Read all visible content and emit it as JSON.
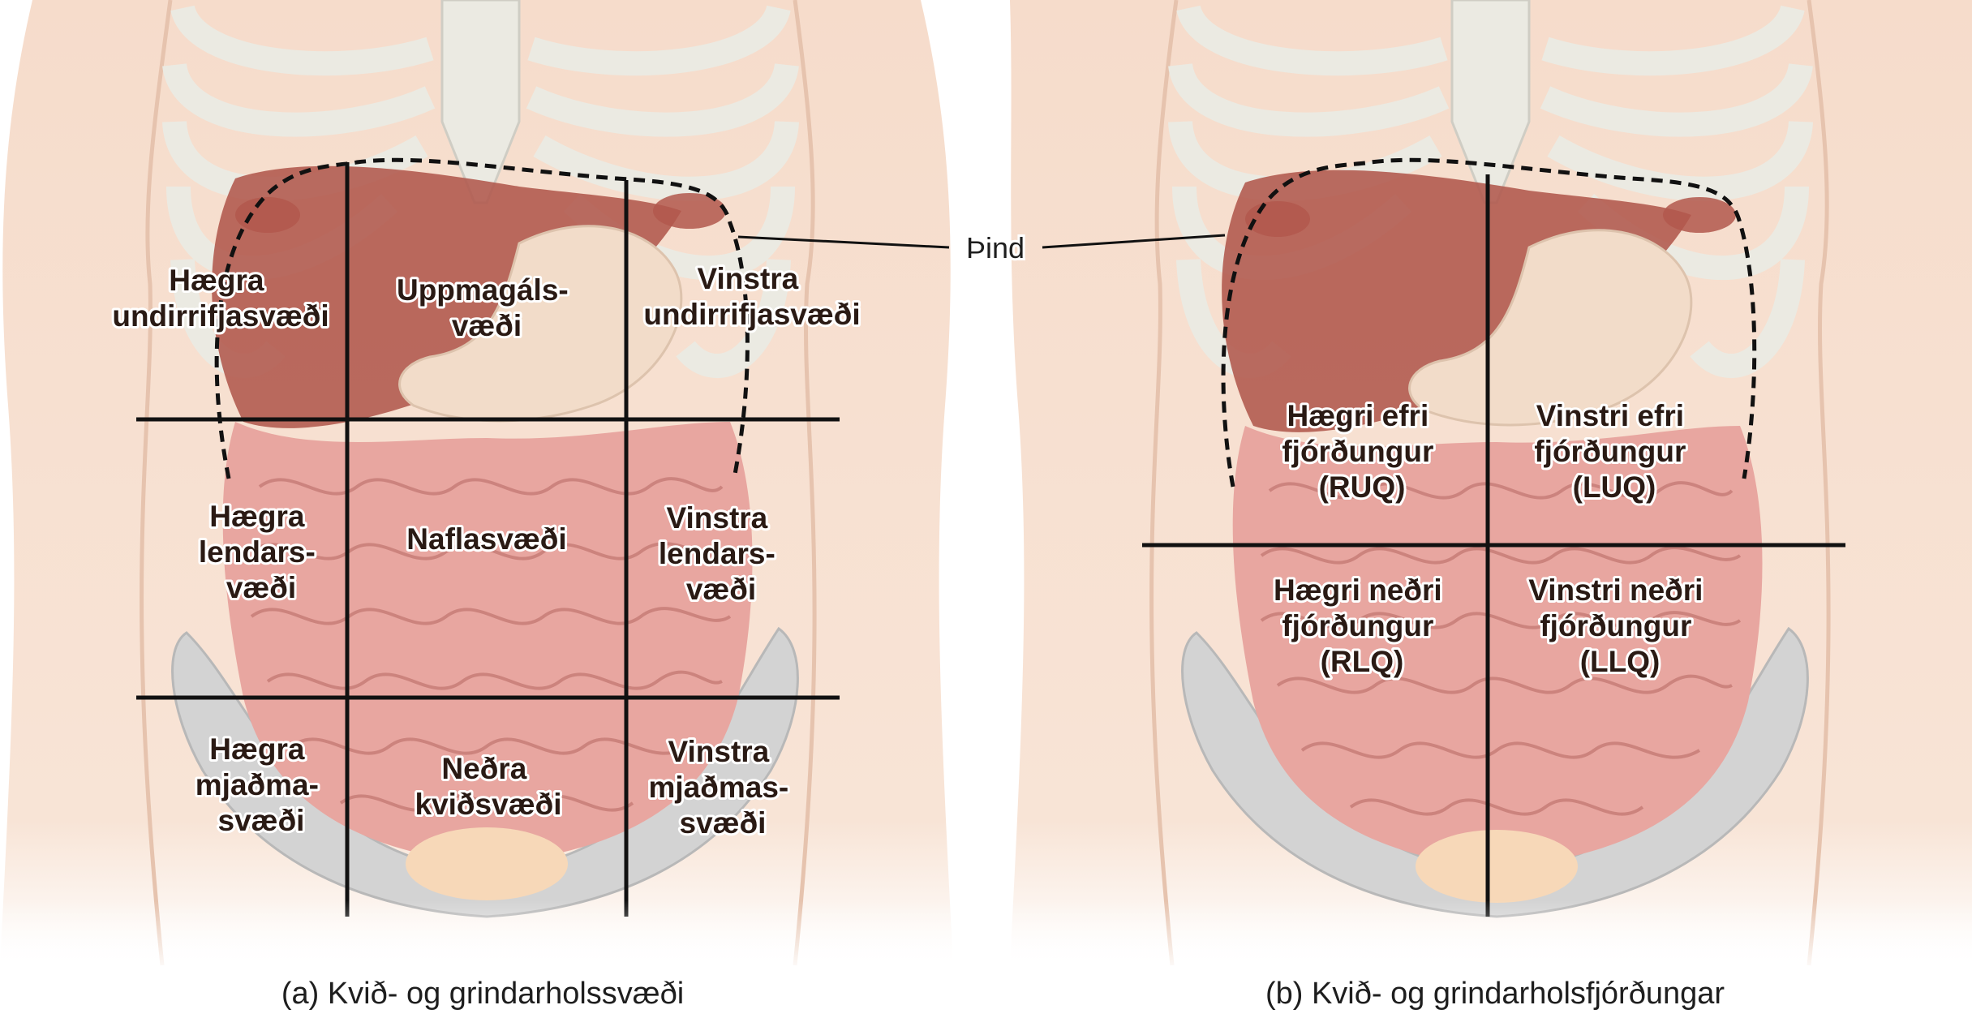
{
  "callout": {
    "diaphragm": "Þind"
  },
  "panel_a": {
    "caption": "(a) Kvið- og grindarholssvæði",
    "regions": {
      "right_hypochondriac": [
        "Hægra",
        "undirrifjasvæði"
      ],
      "epigastric": [
        "Uppmagáls-",
        "væði"
      ],
      "left_hypochondriac": [
        "Vinstra",
        "undirrifjasvæði"
      ],
      "right_lumbar": [
        "Hægra",
        "lendars-",
        "væði"
      ],
      "umbilical": [
        "Naflasvæði"
      ],
      "left_lumbar": [
        "Vinstra",
        "lendars-",
        "væði"
      ],
      "right_iliac": [
        "Hægra",
        "mjaðma-",
        "svæði"
      ],
      "hypogastric": [
        "Neðra",
        "kviðsvæði"
      ],
      "left_iliac": [
        "Vinstra",
        "mjaðmas-",
        "svæði"
      ]
    }
  },
  "panel_b": {
    "caption": "(b) Kvið- og grindarholsfjórðungar",
    "quadrants": {
      "ruq": [
        "Hægri efri",
        "fjórðungur",
        "(RUQ)"
      ],
      "luq": [
        "Vinstri efri",
        "fjórðungur",
        "(LUQ)"
      ],
      "rlq": [
        "Hægri neðri",
        "fjórðungur",
        "(RLQ)"
      ],
      "llq": [
        "Vinstri neðri",
        "fjórðungur",
        "(LLQ)"
      ]
    }
  },
  "colors": {
    "skin": "#f6dccb",
    "bone": "#e9e8e0",
    "bone_outline": "#cfcdc4",
    "liver": "#b1584c",
    "stomach": "#f2dcc9",
    "intestine": "#e8a6a0",
    "intestine_outline": "#c9807a",
    "pelvis_rim": "#d3d3d3",
    "divider": "#111111"
  }
}
